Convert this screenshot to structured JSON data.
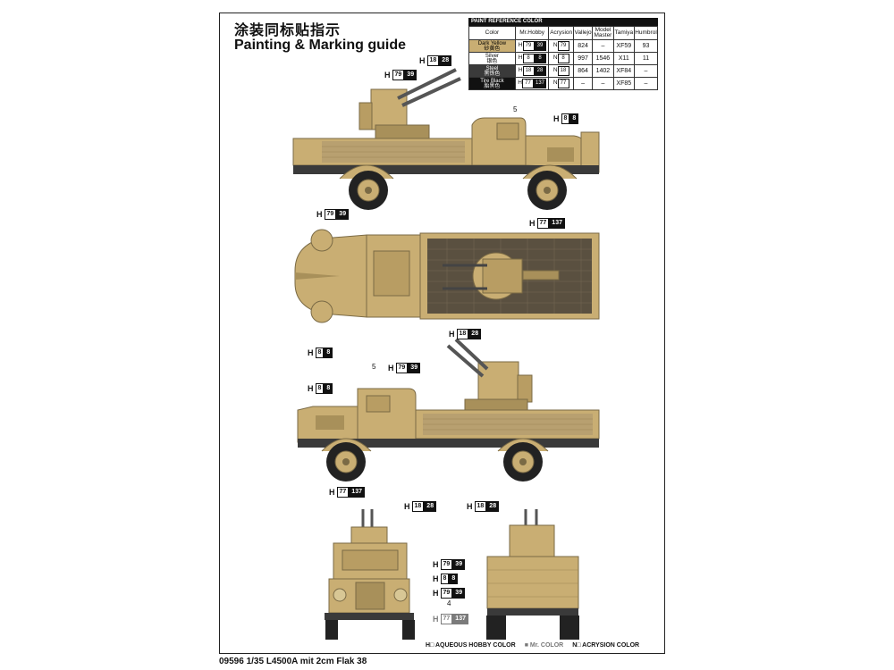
{
  "header": {
    "title_cn": "涂装同标贴指示",
    "title_en": "Painting & Marking guide"
  },
  "reference": {
    "heading": "PAINT REFERENCE COLOR",
    "columns": [
      "Color",
      "Mr.Hobby",
      "Acrysion",
      "Vallejo",
      "Model Master",
      "Tamiya",
      "Humbrol"
    ],
    "rows": [
      {
        "color_en": "Dark Yellow",
        "color_cn": "砂黄色",
        "swatch": "#c9ae73",
        "h_a": "79",
        "h_b": "39",
        "n": "79",
        "vallejo": "824",
        "mm": "–",
        "tamiya": "XF59",
        "humbrol": "93"
      },
      {
        "color_en": "Silver",
        "color_cn": "银色",
        "swatch": "#ffffff",
        "h_a": "8",
        "h_b": "8",
        "n": "8",
        "vallejo": "997",
        "mm": "1546",
        "tamiya": "X11",
        "humbrol": "11"
      },
      {
        "color_en": "Steel",
        "color_cn": "黑铁色",
        "swatch": "#3a3a3a",
        "h_a": "18",
        "h_b": "28",
        "n": "18",
        "vallejo": "864",
        "mm": "1402",
        "tamiya": "XF84",
        "humbrol": "–"
      },
      {
        "color_en": "Tire Black",
        "color_cn": "胎黑色",
        "swatch": "#111111",
        "h_a": "77",
        "h_b": "137",
        "n": "77",
        "vallejo": "–",
        "mm": "–",
        "tamiya": "XF85",
        "humbrol": "–"
      }
    ]
  },
  "callouts": {
    "h": "H",
    "c1": {
      "a": "18",
      "b": "28"
    },
    "c2": {
      "a": "79",
      "b": "39"
    },
    "c3": {
      "a": "8",
      "b": "8"
    },
    "c4": {
      "a": "79",
      "b": "39"
    },
    "c5": {
      "a": "77",
      "b": "137"
    },
    "c6": {
      "a": "8",
      "b": "8"
    },
    "c7": {
      "a": "18",
      "b": "28"
    },
    "c8": {
      "a": "79",
      "b": "39"
    },
    "c9": {
      "a": "8",
      "b": "8"
    },
    "c10": {
      "a": "77",
      "b": "137"
    },
    "c11": {
      "a": "18",
      "b": "28"
    },
    "c12": {
      "a": "18",
      "b": "28"
    },
    "c13": {
      "a": "79",
      "b": "39"
    },
    "c14": {
      "a": "8",
      "b": "8"
    },
    "c15": {
      "a": "79",
      "b": "39"
    },
    "c16": {
      "a": "77",
      "b": "137"
    }
  },
  "numbers": {
    "n1": "5",
    "n2": "5",
    "n3": "4"
  },
  "legend": {
    "aqueous": "H□ AQUEOUS HOBBY COLOR",
    "mr": "■ Mr. COLOR",
    "acrysion": "N□ ACRYSION COLOR"
  },
  "caption": "09596 1/35 L4500A mit 2cm Flak 38",
  "colors": {
    "sand": "#c9ae73",
    "sand_dark": "#a8905a",
    "dark": "#2b2b2b"
  }
}
